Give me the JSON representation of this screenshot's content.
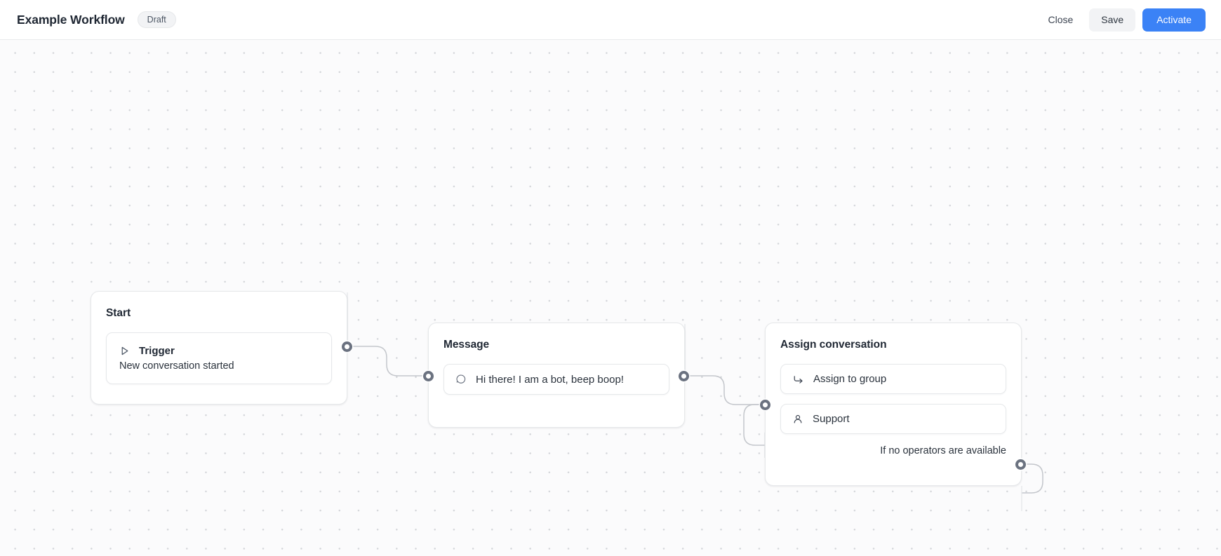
{
  "header": {
    "title": "Example Workflow",
    "status_badge": "Draft",
    "buttons": {
      "close": "Close",
      "save": "Save",
      "activate": "Activate"
    },
    "accent_color": "#3b82f6",
    "badge_bg": "#f2f3f5"
  },
  "canvas": {
    "background": "#fbfbfc",
    "dot_color": "#d3d5d9",
    "node_border": "#e6e8ea",
    "edge_color": "#c3c6cb",
    "port_color": "#6b7280"
  },
  "nodes": {
    "start": {
      "title": "Start",
      "trigger_label": "Trigger",
      "trigger_icon": "play-triangle-icon",
      "trigger_description": "New conversation started"
    },
    "message": {
      "title": "Message",
      "text": "Hi there! I am a bot, beep boop!",
      "text_icon": "chat-bubble-icon"
    },
    "assign": {
      "title": "Assign conversation",
      "rows": [
        {
          "label": "Assign to group",
          "icon": "arrow-turn-right-icon"
        },
        {
          "label": "Support",
          "icon": "person-icon"
        }
      ],
      "footnote": "If no operators are available"
    }
  }
}
